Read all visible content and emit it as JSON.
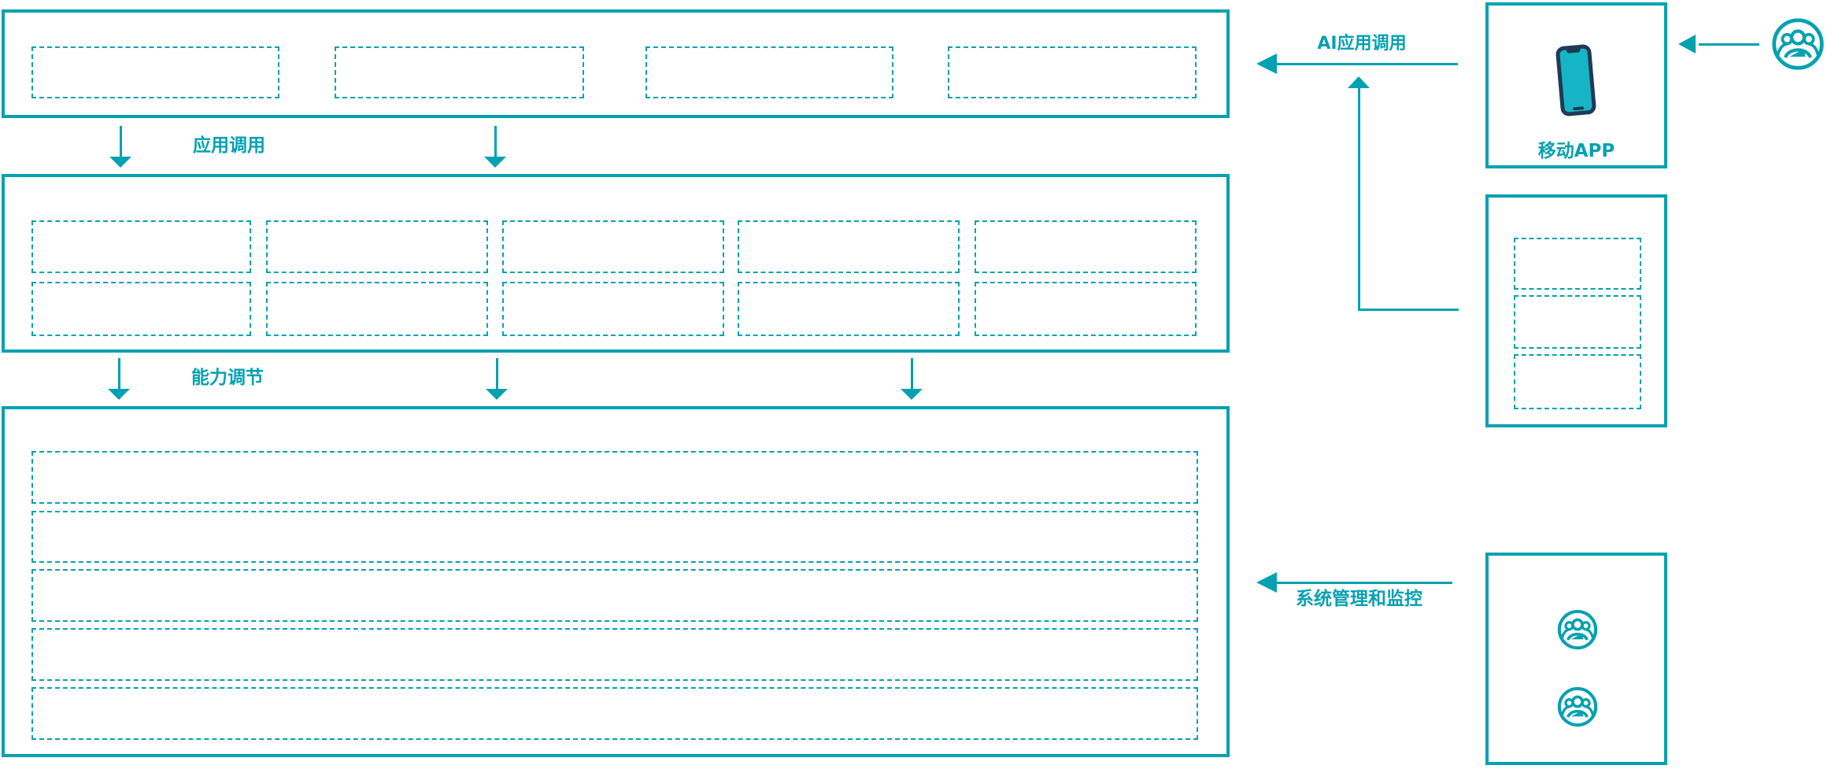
{
  "colors": {
    "accent": "#05a1b1",
    "phone_frame": "#1f3a55",
    "phone_screen": "#15b5c5"
  },
  "labels": {
    "app_call": "应用调用",
    "capability_tuning": "能力调节",
    "ai_app_call": "AI应用调用",
    "system_mgmt": "系统管理和监控",
    "mobile_app": "移动APP"
  },
  "structure": {
    "top_layer_slot_count": 4,
    "middle_layer_rows": 2,
    "middle_layer_cols": 5,
    "bottom_layer_rows": 5,
    "right_panel_slot_count": 3,
    "admin_icon_count": 2
  },
  "icons": {
    "top_right_user": "users-group-icon",
    "mobile_device": "smartphone-icon",
    "admin_users": "users-group-icon"
  }
}
